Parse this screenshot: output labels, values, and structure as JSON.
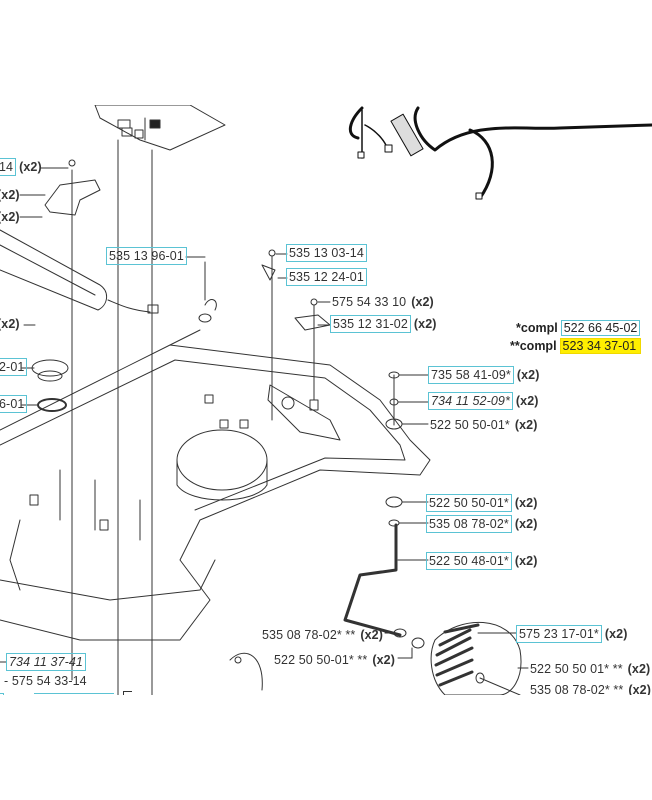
{
  "diagram": {
    "title": "Robotic lawn mower chassis exploded parts diagram",
    "colors": {
      "link_box": "#5bc3d4",
      "highlight": "#ffee00",
      "line": "#333333"
    },
    "complete_kits": [
      {
        "tag": "*compl",
        "part": "522 66 45-02",
        "style": "boxed"
      },
      {
        "tag": "**compl",
        "part": "523 34 37-01",
        "style": "highlight"
      }
    ],
    "labels": [
      {
        "id": "l01",
        "part": "14",
        "qty": "(x2)",
        "boxed": true
      },
      {
        "id": "l02",
        "part": "",
        "qty": "(x2)",
        "boxed": false
      },
      {
        "id": "l03",
        "part": "",
        "qty": "(x2)",
        "boxed": false
      },
      {
        "id": "l04",
        "part": "535 13 96-01",
        "qty": "",
        "boxed": true
      },
      {
        "id": "l05",
        "part": "535 13 03-14",
        "qty": "",
        "boxed": true
      },
      {
        "id": "l06",
        "part": "535 12 24-01",
        "qty": "",
        "boxed": true
      },
      {
        "id": "l07",
        "part": "575 54 33 10",
        "qty": "(x2)",
        "boxed": false
      },
      {
        "id": "l08",
        "part": "535 12 31-02",
        "qty": "(x2)",
        "boxed": true
      },
      {
        "id": "l09",
        "part": "",
        "qty": "(x2)",
        "boxed": false
      },
      {
        "id": "l10",
        "part": "2-01",
        "qty": "",
        "boxed": true
      },
      {
        "id": "l11",
        "part": "6-01",
        "qty": "",
        "boxed": true
      },
      {
        "id": "l12",
        "part": "735 58 41-09*",
        "qty": "(x2)",
        "boxed": true
      },
      {
        "id": "l13",
        "part": "734 11 52-09*",
        "qty": "(x2)",
        "boxed": true
      },
      {
        "id": "l14",
        "part": "522 50 50-01*",
        "qty": "(x2)",
        "boxed": false
      },
      {
        "id": "l15",
        "part": "522 50 50-01*",
        "qty": "(x2)",
        "boxed": true
      },
      {
        "id": "l16",
        "part": "535 08 78-02*",
        "qty": "(x2)",
        "boxed": true
      },
      {
        "id": "l17",
        "part": "522 50 48-01*",
        "qty": "(x2)",
        "boxed": true
      },
      {
        "id": "l18",
        "part": "535 08 78-02* **",
        "qty": "(x2)",
        "boxed": false
      },
      {
        "id": "l19",
        "part": "575 23 17-01*",
        "qty": "(x2)",
        "boxed": true
      },
      {
        "id": "l20",
        "part": "522 50 50-01* **",
        "qty": "(x2)",
        "boxed": false
      },
      {
        "id": "l21",
        "part": "522 50 50 01* **",
        "qty": "(x2)",
        "boxed": false
      },
      {
        "id": "l22",
        "part": "535 08 78-02* **",
        "qty": "(x2)",
        "boxed": false
      },
      {
        "id": "l23",
        "part": "734 11 37-41",
        "qty": "",
        "boxed": true
      },
      {
        "id": "l24",
        "part": "- 575 54 33-14",
        "qty": "",
        "boxed": false
      }
    ]
  }
}
